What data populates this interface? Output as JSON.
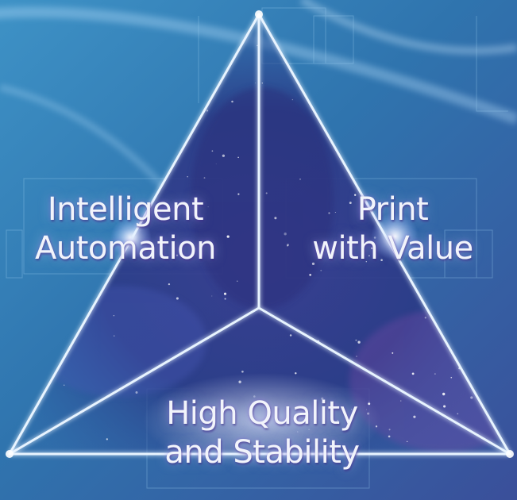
{
  "segments": {
    "left": {
      "line1": "Intelligent",
      "line2": "Automation"
    },
    "right": {
      "line1": "Print",
      "line2": "with Value"
    },
    "bottom": {
      "line1": "High Quality",
      "line2": "and Stability"
    }
  },
  "colors": {
    "background_blue": "#2a6fa8",
    "deep_space": "#2a2f7a",
    "triangle_line": "#e8f4ff",
    "glow_white": "#ffffff",
    "text": "#f2f4fb"
  }
}
